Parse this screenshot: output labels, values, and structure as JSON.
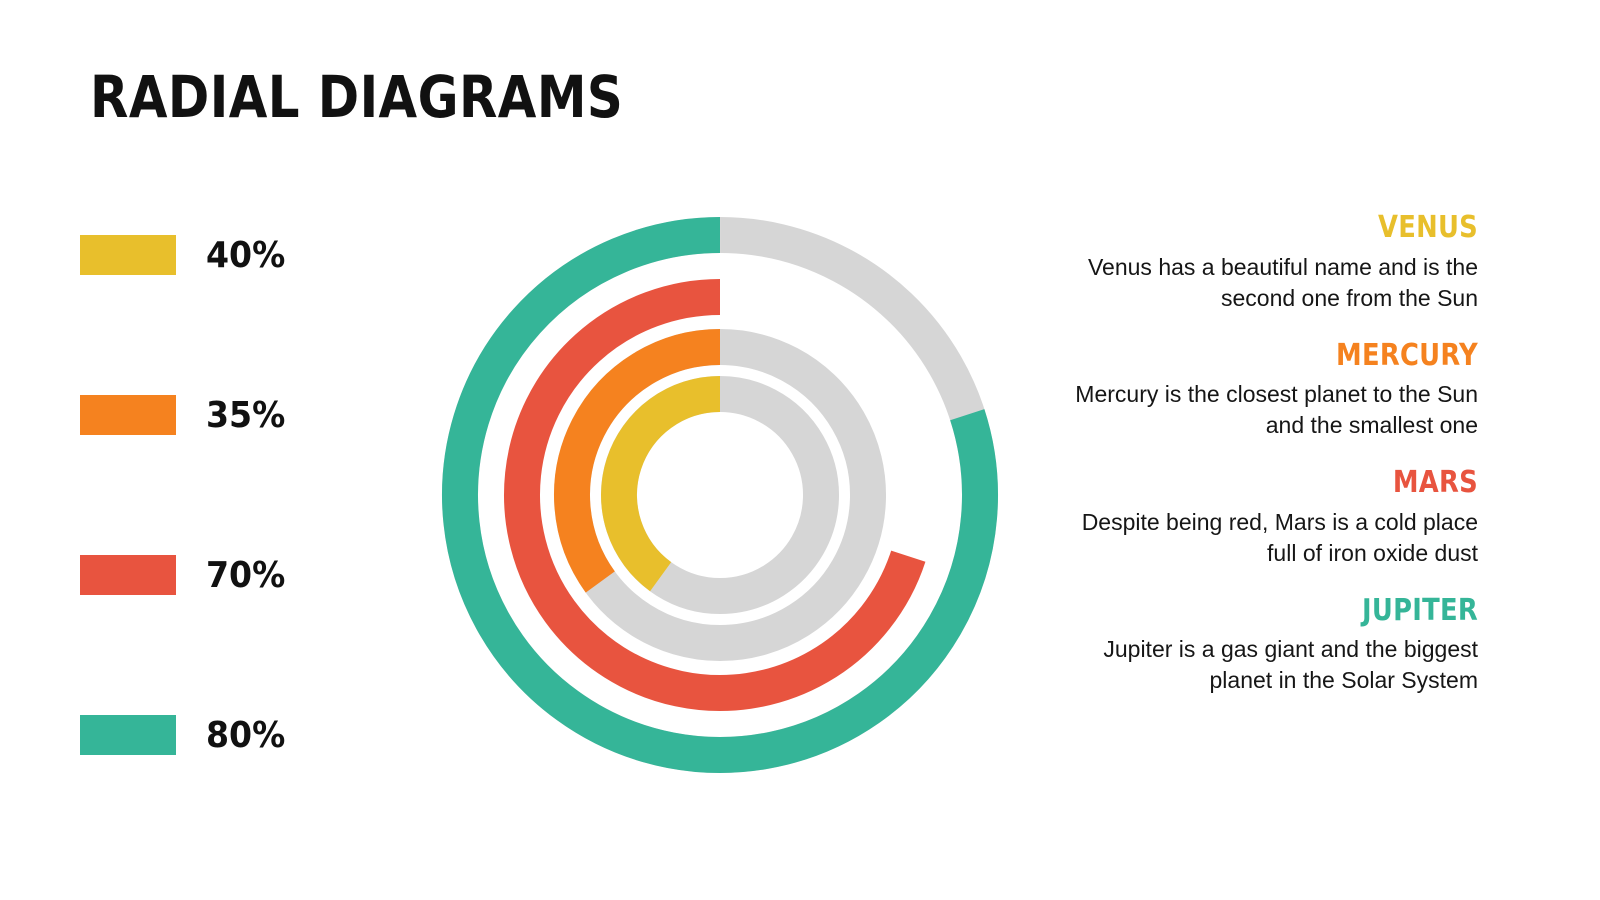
{
  "title": "RADIAL DIAGRAMS",
  "colors": {
    "venus": "#E8BF2C",
    "mercury": "#F5821F",
    "mars": "#E8543F",
    "jupiter": "#35B598",
    "track": "#D6D6D6",
    "background": "#FFFFFF",
    "text": "#111111"
  },
  "legend": {
    "items": [
      {
        "value": "40%",
        "color_key": "venus",
        "swatch_name": "legend-swatch-venus"
      },
      {
        "value": "35%",
        "color_key": "mercury",
        "swatch_name": "legend-swatch-mercury"
      },
      {
        "value": "70%",
        "color_key": "mars",
        "swatch_name": "legend-swatch-mars"
      },
      {
        "value": "80%",
        "color_key": "jupiter",
        "swatch_name": "legend-swatch-jupiter"
      }
    ]
  },
  "planets": [
    {
      "name": "VENUS",
      "description": "Venus has a beautiful name and is the second one from the Sun",
      "color": "#E8BF2C"
    },
    {
      "name": "MERCURY",
      "description": "Mercury is the closest planet to the Sun and the smallest one",
      "color": "#F5821F"
    },
    {
      "name": "MARS",
      "description": "Despite being red, Mars is a cold place full of iron oxide dust",
      "color": "#E8543F"
    },
    {
      "name": "JUPITER",
      "description": "Jupiter is a gas giant and the biggest planet in the Solar System",
      "color": "#35B598"
    }
  ],
  "chart_data": {
    "type": "pie",
    "subtype": "radial-progress-rings",
    "title": "RADIAL DIAGRAMS",
    "categories": [
      "Jupiter",
      "Mars",
      "Mercury",
      "Venus"
    ],
    "values": [
      80,
      70,
      35,
      40
    ],
    "unit": "%",
    "series": [
      {
        "name": "Jupiter",
        "value": 80,
        "color": "#35B598",
        "ring": 1,
        "radius": 260,
        "thickness": 36,
        "has_track": true
      },
      {
        "name": "Mars",
        "value": 70,
        "color": "#E8543F",
        "ring": 2,
        "radius": 198,
        "thickness": 36,
        "has_track": false
      },
      {
        "name": "Mercury",
        "value": 35,
        "color": "#F5821F",
        "ring": 3,
        "radius": 148,
        "thickness": 36,
        "has_track": true
      },
      {
        "name": "Venus",
        "value": 40,
        "color": "#E8BF2C",
        "ring": 4,
        "radius": 101,
        "thickness": 36,
        "has_track": true
      }
    ],
    "track_color": "#D6D6D6",
    "start_angle_deg": 0,
    "direction": "counterclockwise",
    "ylim": [
      0,
      100
    ],
    "grid": false,
    "legend_position": "left",
    "xlabel": "",
    "ylabel": ""
  }
}
